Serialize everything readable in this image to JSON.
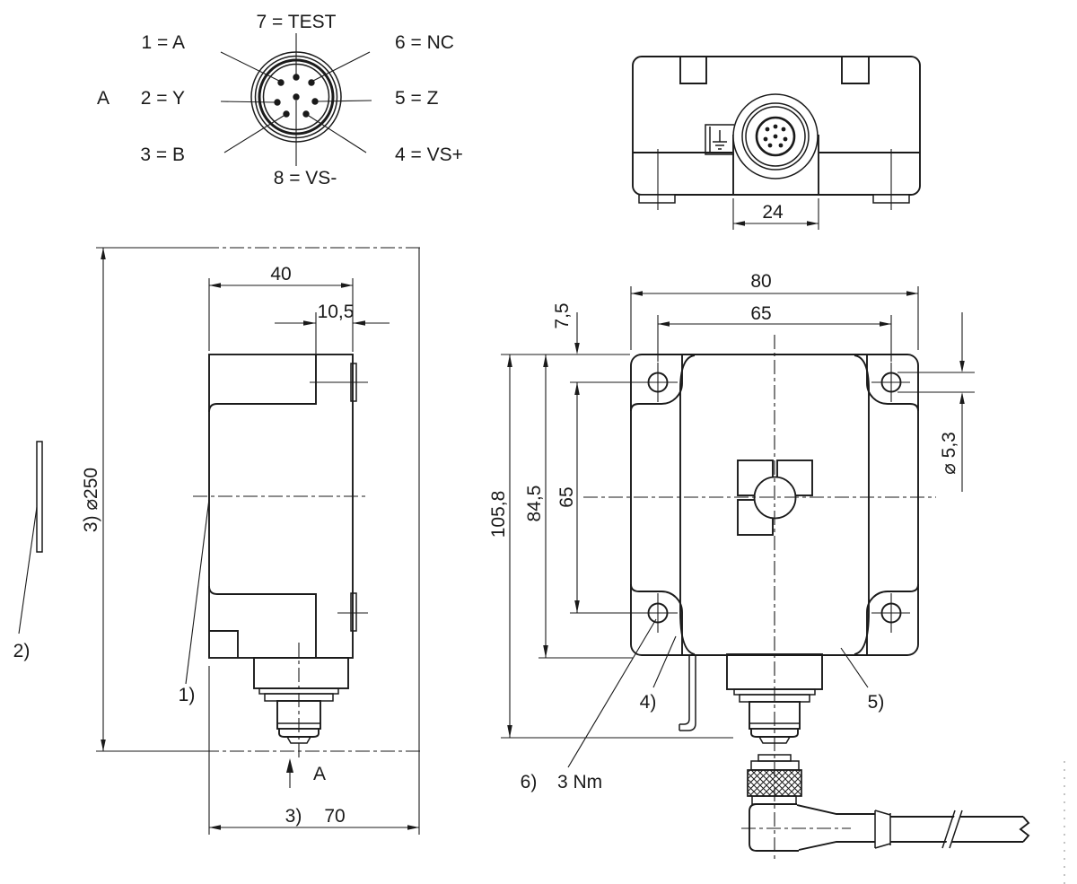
{
  "pinout": {
    "view_label": "A",
    "pins": {
      "p1": "1 = A",
      "p2": "2 = Y",
      "p3": "3 = B",
      "p4": "4 = VS+",
      "p5": "5 = Z",
      "p6": "6 = NC",
      "p7": "7 = TEST",
      "p8": "8 = VS-"
    }
  },
  "bottom_view": {
    "dim_connector_width": "24"
  },
  "side_view": {
    "dim_width": "40",
    "dim_step": "10,5",
    "dim_wheel": "3) ⌀250",
    "dim_depth_note": "3)",
    "dim_depth": "70",
    "note_1": "1)",
    "note_2": "2)",
    "section_label": "A"
  },
  "front_view": {
    "dim_width": "80",
    "dim_hole_spacing_h": "65",
    "dim_top_offset": "7,5",
    "dim_total_height": "105,8",
    "dim_body_height": "84,5",
    "dim_hole_spacing_v": "65",
    "dim_hole_dia": "⌀ 5,3",
    "note_4": "4)",
    "note_5": "5)",
    "note_6": "6)",
    "note_torque": "3 Nm"
  },
  "colors": {
    "line": "#1a1a1a",
    "background": "#ffffff"
  }
}
